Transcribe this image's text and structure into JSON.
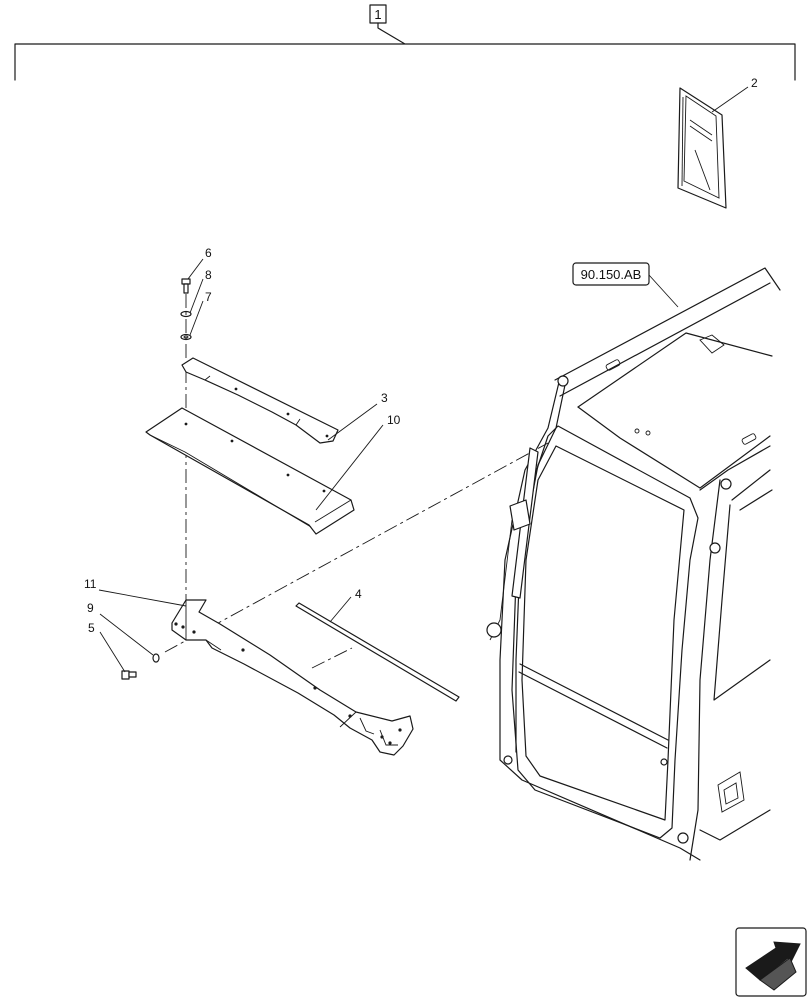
{
  "assembly": {
    "number": "1"
  },
  "reference": {
    "code": "90.150.AB"
  },
  "callouts": [
    {
      "id": "2",
      "text": "2"
    },
    {
      "id": "6",
      "text": "6"
    },
    {
      "id": "8",
      "text": "8"
    },
    {
      "id": "7",
      "text": "7"
    },
    {
      "id": "3",
      "text": "3"
    },
    {
      "id": "10",
      "text": "10"
    },
    {
      "id": "4",
      "text": "4"
    },
    {
      "id": "11",
      "text": "11"
    },
    {
      "id": "9",
      "text": "9"
    },
    {
      "id": "5",
      "text": "5"
    }
  ],
  "icons": {
    "nav": "next-page-arrow-icon"
  }
}
